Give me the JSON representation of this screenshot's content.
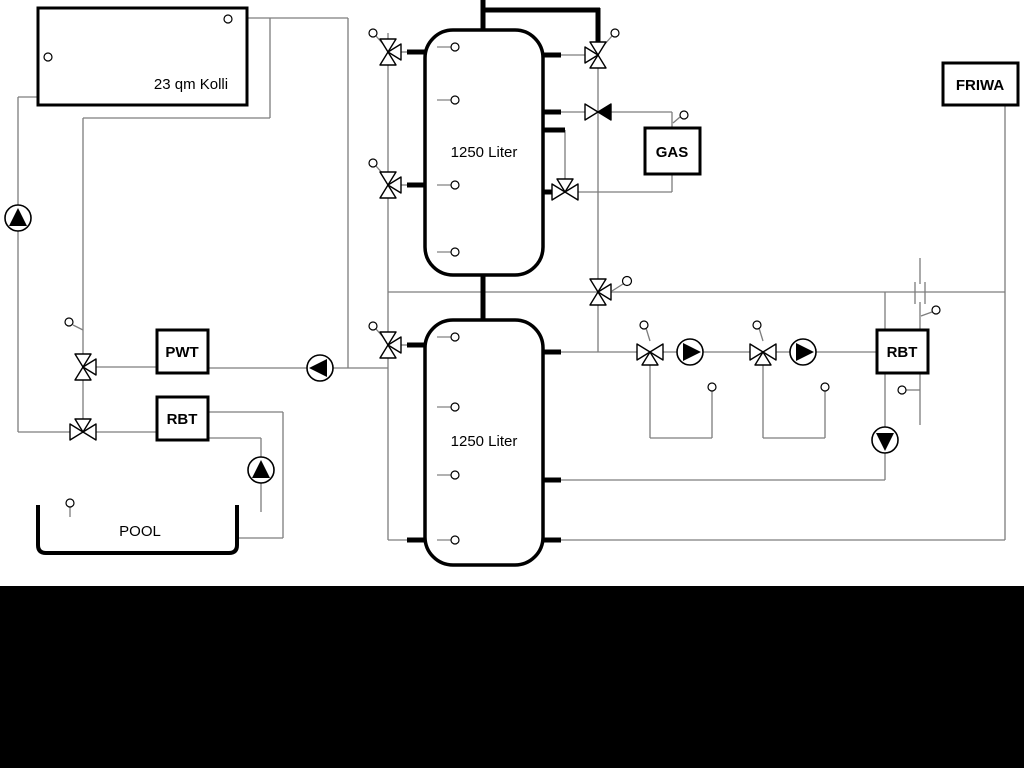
{
  "labels": {
    "collector": "23 qm Kolli",
    "tank_top": "1250 Liter",
    "tank_bottom": "1250 Liter",
    "pwt": "PWT",
    "rbt_left": "RBT",
    "rbt_right": "RBT",
    "gas": "GAS",
    "friwa": "FRIWA",
    "pool": "POOL"
  },
  "colors": {
    "pipe_thin": "#7d7d7d",
    "pipe_thick": "#000000",
    "component_stroke": "#000000",
    "canvas_background": "#ffffff",
    "letterbox": "#000000"
  }
}
